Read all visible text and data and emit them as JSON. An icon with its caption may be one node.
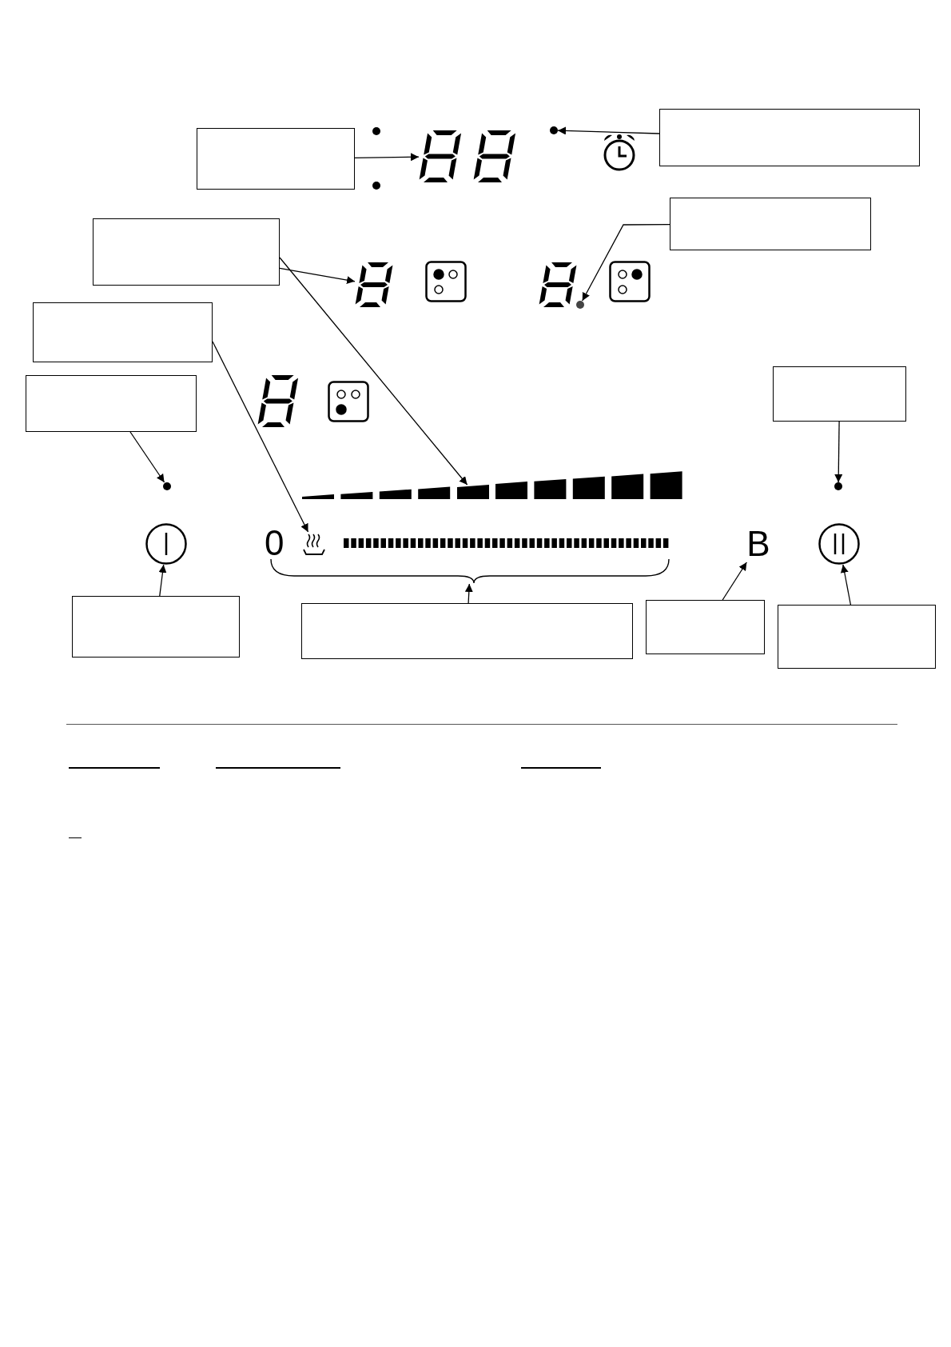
{
  "diagram": {
    "nodes": [
      {
        "text": [],
        "shape": "box"
      },
      {
        "text": [],
        "shape": "display"
      },
      {
        "text": [],
        "shape": "box"
      },
      {
        "text": [],
        "shape": "circle"
      },
      {
        "text": [],
        "shape": "box"
      },
      {
        "text": [],
        "shape": "display"
      },
      {
        "text": [],
        "shape": "bar"
      },
      {
        "text": [],
        "shape": "box"
      },
      {
        "text": [],
        "shape": "circle"
      },
      {
        "text": [],
        "shape": "box"
      },
      {
        "text": [],
        "shape": "icon"
      },
      {
        "text": [],
        "shape": "box"
      },
      {
        "text": [],
        "shape": "circle"
      },
      {
        "text": [],
        "shape": "box"
      },
      {
        "text": [],
        "shape": "circle"
      },
      {
        "text": [],
        "shape": "box"
      },
      {
        "text": [],
        "shape": "circle"
      },
      {
        "text": [],
        "shape": "box"
      },
      {
        "text": [],
        "shape": "bracket"
      },
      {
        "text": [],
        "shape": "box"
      },
      {
        "text": [
          "B"
        ]
      },
      {
        "text": [],
        "shape": "box"
      },
      {
        "text": [],
        "shape": "circle"
      }
    ],
    "edges": [
      {
        "from": 0,
        "to": 1,
        "arrow": "to"
      },
      {
        "from": 2,
        "to": 3,
        "arrow": "to"
      },
      {
        "from": 4,
        "to": 5,
        "arrow": "to"
      },
      {
        "from": 4,
        "to": 6,
        "arrow": "to"
      },
      {
        "from": 7,
        "to": 8,
        "arrow": "to"
      },
      {
        "from": 9,
        "to": 10,
        "arrow": "to"
      },
      {
        "from": 11,
        "to": 12,
        "arrow": "to"
      },
      {
        "from": 13,
        "to": 14,
        "arrow": "to"
      },
      {
        "from": 15,
        "to": 16,
        "arrow": "to"
      },
      {
        "from": 17,
        "to": 18,
        "arrow": "to"
      },
      {
        "from": 19,
        "to": 20,
        "arrow": "to"
      },
      {
        "from": 21,
        "to": 22,
        "arrow": "to"
      }
    ],
    "labels": [
      "0"
    ]
  }
}
